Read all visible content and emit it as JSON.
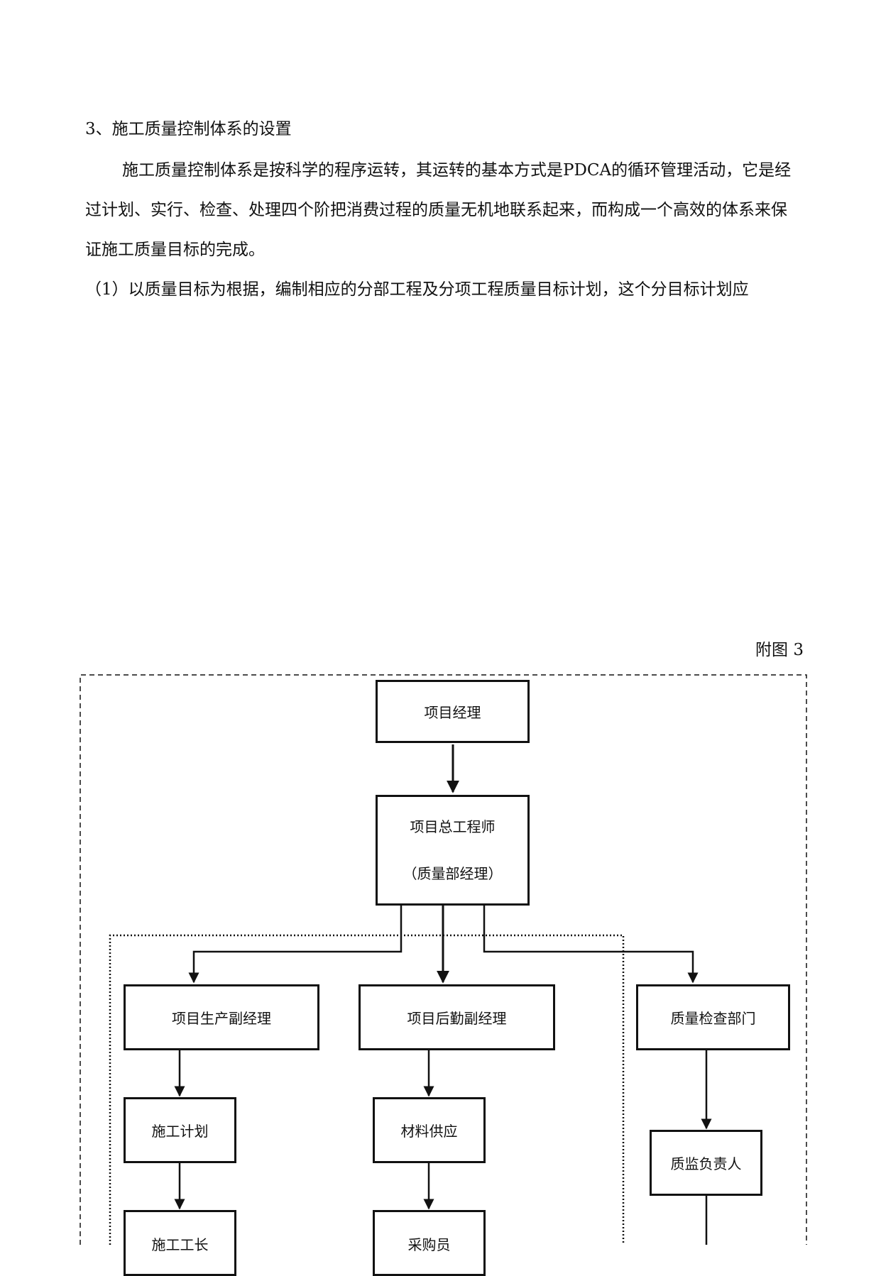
{
  "section": {
    "heading": "3、施工质量控制体系的设置",
    "paragraph": "施工质量控制体系是按科学的程序运转，其运转的基本方式是PDCA的循环管理活动，它是经过计划、实行、检查、处理四个阶把消费过程的质量无机地联系起来，而构成一个高效的体系来保证施工质量目标的完成。",
    "item1": "（1）以质量目标为根据，编制相应的分部工程及分项工程质量目标计划，这个分目标计划应"
  },
  "figure": {
    "caption": "附图 3",
    "nodes": {
      "pm": "项目经理",
      "chief_engineer": "项目总工程师",
      "chief_engineer_sub": "（质量部经理）",
      "production_vp": "项目生产副经理",
      "logistics_vp": "项目后勤副经理",
      "quality_dept": "质量检查部门",
      "construction_plan": "施工计划",
      "material_supply": "材料供应",
      "quality_supervisor": "质监负责人",
      "foreman": "施工工长",
      "purchaser": "采购员"
    }
  }
}
